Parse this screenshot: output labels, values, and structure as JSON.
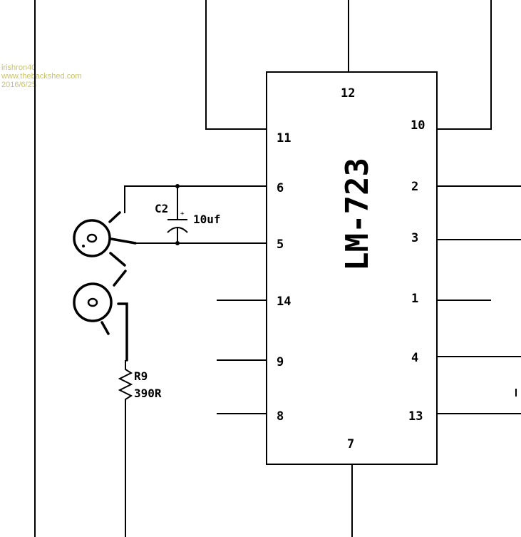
{
  "watermark": {
    "line1": "irishron40",
    "line2": "www.thebackshed.com",
    "line3": "2016/6/25"
  },
  "ic": {
    "name": "LM-723",
    "pins": {
      "p12": "12",
      "p11": "11",
      "p10": "10",
      "p6": "6",
      "p5": "5",
      "p2": "2",
      "p3": "3",
      "p14": "14",
      "p1": "1",
      "p9": "9",
      "p4": "4",
      "p8": "8",
      "p13": "13",
      "p7": "7"
    }
  },
  "capacitor": {
    "ref": "C2",
    "value": "10uf",
    "polarity": "+"
  },
  "resistor": {
    "ref": "R9",
    "value": "390R"
  }
}
